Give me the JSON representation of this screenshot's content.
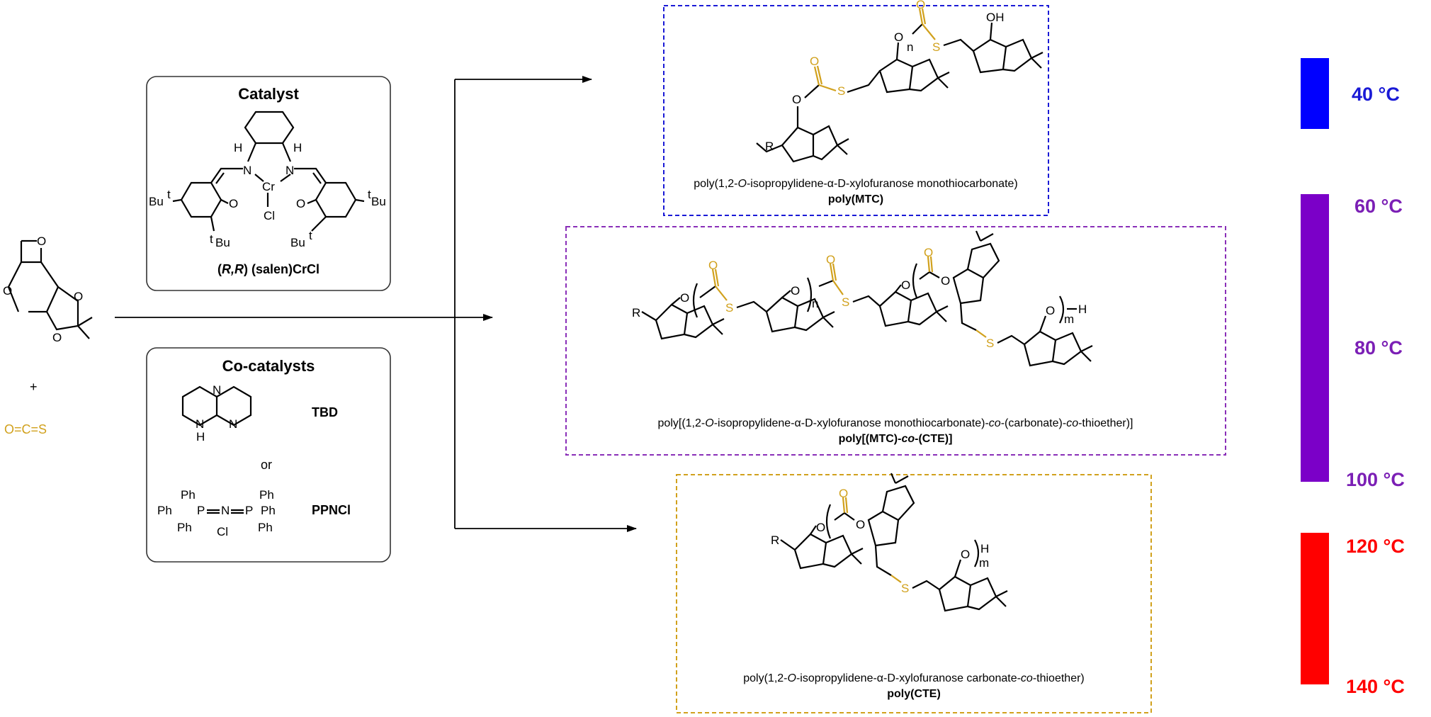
{
  "reactants": {
    "plus": "+",
    "cos": "O=C=S"
  },
  "catalyst_box": {
    "title": "Catalyst",
    "atoms": [
      "N",
      "N",
      "Cr",
      "O",
      "O",
      "Cl",
      "H",
      "H",
      "Bu",
      "t",
      "Bu",
      "t",
      "Bu",
      "t",
      "Bu",
      "t"
    ],
    "label_prefix": "(",
    "label_rr": "R,R",
    "label_suffix": ") (salen)CrCl"
  },
  "cocatalyst_box": {
    "title": "Co-catalysts",
    "tbd_label": "TBD",
    "tbd_nh": "N",
    "tbd_h": "H",
    "tbd_n1": "N",
    "tbd_n2": "N",
    "or": "or",
    "ppncl_label": "PPNCl",
    "ppn_atoms": [
      "Ph",
      "Ph",
      "Ph",
      "P",
      "N",
      "P",
      "Ph",
      "Ph",
      "Ph",
      "Cl"
    ]
  },
  "products": [
    {
      "caption_pre": "poly(1,2-",
      "caption_o": "O",
      "caption_mid": "-isopropylidene-",
      "caption_alpha": "α",
      "caption_post": "-D-xylofuranose monothiocarbonate)",
      "short": "poly(MTC)",
      "border_color": "#1a1ad6"
    },
    {
      "caption_pre": "poly[(1,2-",
      "caption_o": "O",
      "caption_mid": "-isopropylidene-",
      "caption_alpha": "α",
      "caption_post1": "-D-xylofuranose monothiocarbonate)-",
      "caption_co1": "co",
      "caption_post2": "-(carbonate)-",
      "caption_co2": "co",
      "caption_post3": "-thioether)]",
      "short_pre": "poly[(MTC)-",
      "short_co": "co",
      "short_post": "-(CTE)]",
      "border_color": "#8a2fb8"
    },
    {
      "caption_pre": "poly(1,2-",
      "caption_o": "O",
      "caption_mid": "-isopropylidene-",
      "caption_alpha": "α",
      "caption_post1": "-D-xylofuranose carbonate-",
      "caption_co": "co",
      "caption_post2": "-thioether)",
      "short": "poly(CTE)",
      "border_color": "#d1a11d"
    }
  ],
  "chem_labels": {
    "R": "R",
    "S": "S",
    "O": "O",
    "OH": "OH",
    "H": "H",
    "n": "n",
    "m": "m"
  },
  "temperature_scale": {
    "labels": [
      "40 °C",
      "60 °C",
      "80 °C",
      "100 °C",
      "120 °C",
      "140 °C"
    ],
    "bars": [
      {
        "from": "40 °C",
        "to": "40 °C",
        "color": "#0000ff"
      },
      {
        "from": "60 °C",
        "to": "100 °C",
        "color": "#7b00c8"
      },
      {
        "from": "120 °C",
        "to": "140 °C",
        "color": "#ff0000"
      }
    ],
    "label_colors": [
      "#1a1ad6",
      "#7b1fb5",
      "#7b1fb5",
      "#7b1fb5",
      "#ff0000",
      "#ff0000"
    ]
  },
  "colors": {
    "sulfur_accent": "#d1a11d"
  }
}
